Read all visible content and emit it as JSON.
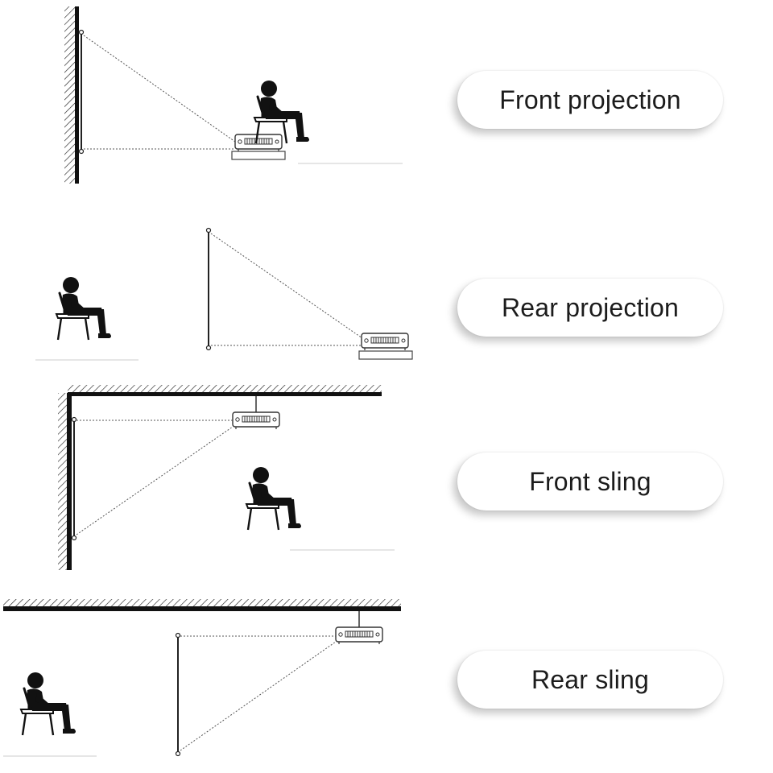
{
  "setups": [
    {
      "id": "front-projection",
      "label": "Front projection"
    },
    {
      "id": "rear-projection",
      "label": "Rear projection"
    },
    {
      "id": "front-sling",
      "label": "Front sling"
    },
    {
      "id": "rear-sling",
      "label": "Rear sling"
    }
  ]
}
